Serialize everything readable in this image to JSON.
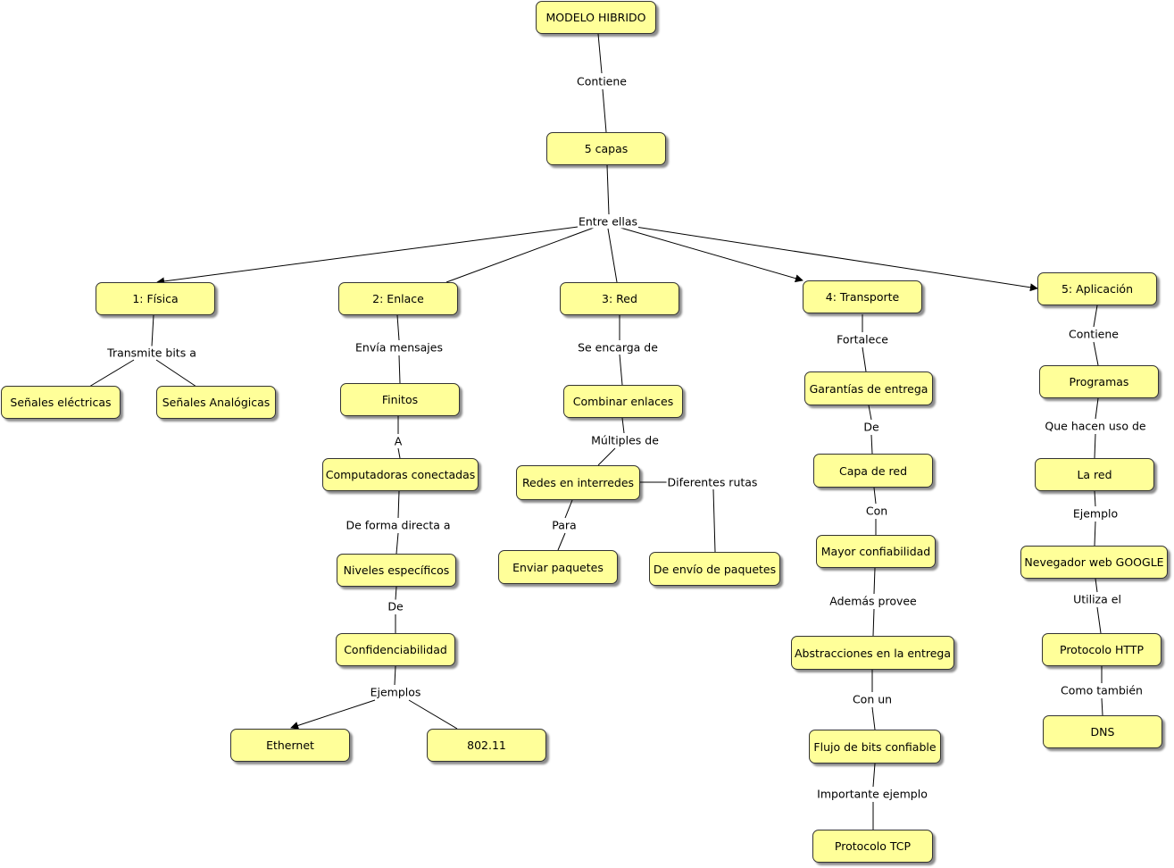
{
  "nodes": {
    "modelo": "MODELO HIBRIDO",
    "capas": "5 capas",
    "fisica": "1: Física",
    "enlace": "2: Enlace",
    "red": "3: Red",
    "transporte": "4: Transporte",
    "aplicacion": "5: Aplicación",
    "senales_electricas": "Señales eléctricas",
    "senales_analogicas": "Señales Analógicas",
    "finitos": "Finitos",
    "computadoras": "Computadoras conectadas",
    "niveles": "Niveles específicos",
    "confidencialidad": "Confidenciabilidad",
    "ethernet": "Ethernet",
    "wifi": "802.11",
    "combinar": "Combinar enlaces",
    "redes_interredes": "Redes en interredes",
    "enviar_paquetes": "Enviar paquetes",
    "envio_paquetes": "De envío de paquetes",
    "garantias": "Garantías de entrega",
    "capa_red": "Capa de red",
    "mayor_confiabilidad": "Mayor confiabilidad",
    "abstracciones": "Abstracciones en la entrega",
    "flujo_bits": "Flujo de bits confiable",
    "protocolo_tcp": "Protocolo TCP",
    "programas": "Programas",
    "la_red": "La red",
    "navegador": "Nevegador web GOOGLE",
    "protocolo_http": "Protocolo HTTP",
    "dns": "DNS"
  },
  "links": {
    "contiene_1": "Contiene",
    "entre_ellas": "Entre ellas",
    "transmite": "Transmite bits a",
    "envia": "Envía mensajes",
    "a": "A",
    "forma_directa": "De forma directa a",
    "de_1": "De",
    "ejemplos": "Ejemplos",
    "se_encarga": "Se encarga de",
    "multiples": "Múltiples de",
    "para": "Para",
    "diferentes": "Diferentes rutas",
    "fortalece": "Fortalece",
    "de_2": "De",
    "con": "Con",
    "ademas": "Además provee",
    "con_un": "Con un",
    "importante": "Importante ejemplo",
    "contiene_2": "Contiene",
    "que_hacen": "Que hacen uso de",
    "ejemplo": "Ejemplo",
    "utiliza": "Utiliza el",
    "como_tambien": "Como también"
  },
  "colors": {
    "node_fill": "#ffff99",
    "node_border": "#333333",
    "line": "#000000"
  }
}
